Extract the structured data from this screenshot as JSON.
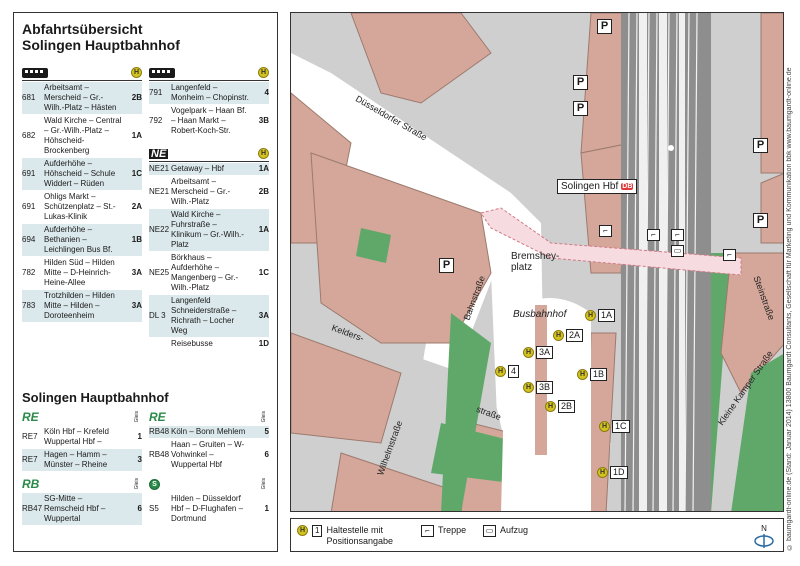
{
  "panel": {
    "title_line1": "Abfahrtsübersicht",
    "title_line2": "Solingen Hauptbahnhof",
    "bus_left": [
      {
        "num": "681",
        "dest": "Arbeitsamt – Merscheid – Gr.-Wilh.-Platz – Hästen",
        "bay": "2B"
      },
      {
        "num": "682",
        "dest": "Wald Kirche – Central – Gr.-Wilh.-Platz – Höhscheid-Brockenberg",
        "bay": "1A"
      },
      {
        "num": "691",
        "dest": "Aufderhöhe – Höhscheid – Schule Widdert – Rüden",
        "bay": "1C"
      },
      {
        "num": "691",
        "dest": "Ohligs Markt – Schützenplatz – St.-Lukas-Klinik",
        "bay": "2A"
      },
      {
        "num": "694",
        "dest": "Aufderhöhe – Bethanien – Leichlingen Bus Bf.",
        "bay": "1B"
      },
      {
        "num": "782",
        "dest": "Hilden Süd – Hilden Mitte – D-Heinrich-Heine-Allee",
        "bay": "3A"
      },
      {
        "num": "783",
        "dest": "Trotzhilden – Hilden Mitte – Hilden – Doroteenheim",
        "bay": "3A"
      }
    ],
    "bus_right": [
      {
        "num": "791",
        "dest": "Langenfeld – Monheim – Chopinstr.",
        "bay": "4"
      },
      {
        "num": "792",
        "dest": "Vogelpark – Haan Bf. – Haan Markt – Robert-Koch-Str.",
        "bay": "3B"
      }
    ],
    "ne_tag": "NE",
    "ne": [
      {
        "num": "NE21",
        "dest": "Getaway – Hbf",
        "bay": "1A"
      },
      {
        "num": "NE21",
        "dest": "Arbeitsamt – Merscheid – Gr.-Wilh.-Platz",
        "bay": "2B"
      },
      {
        "num": "NE22",
        "dest": "Wald Kirche – Fuhrstraße – Klinikum – Gr.-Wilh.-Platz",
        "bay": "1A"
      },
      {
        "num": "NE25",
        "dest": "Börkhaus – Aufderhöhe – Mangenberg – Gr.-Wilh.-Platz",
        "bay": "1C"
      },
      {
        "num": "DL 3",
        "dest": "Langenfeld Schneiderstraße – Richrath – Locher Weg",
        "bay": "3A"
      },
      {
        "num": "",
        "dest": "Reisebusse",
        "bay": "1D"
      }
    ],
    "subtitle": "Solingen Hauptbahnhof",
    "gleis": "Gleis",
    "re_tag": "RE",
    "re_left": [
      {
        "num": "RE7",
        "dest": "Köln Hbf – Krefeld Wuppertal Hbf –",
        "bay": "1"
      },
      {
        "num": "RE7",
        "dest": "Hagen – Hamm – Münster – Rheine",
        "bay": "3"
      }
    ],
    "rb_tag": "RB",
    "rb_left": [
      {
        "num": "RB47",
        "dest": "SG-Mitte – Remscheid Hbf – Wuppertal",
        "bay": "6"
      }
    ],
    "re_right": [
      {
        "num": "RB48",
        "dest": "Köln – Bonn Mehlem",
        "bay": "5"
      },
      {
        "num": "RB48",
        "dest": "Haan – Gruiten – W-Vohwinkel – Wuppertal Hbf",
        "bay": "6"
      }
    ],
    "s_tag": "S",
    "s_right": [
      {
        "num": "S5",
        "dest": "Hilden – Düsseldorf Hbf – D-Flughafen – Dortmund",
        "bay": "1"
      }
    ]
  },
  "map": {
    "station_label": "Solingen Hbf",
    "db_label": "DB",
    "bus_stop_label": "Busbahnhof",
    "square_label_1": "Bremshey-",
    "square_label_2": "platz",
    "streets": {
      "duesseldorfer": "Düsseldorfer Straße",
      "bahnstrasse": "Bahnstraße",
      "kelders": "Kelders-",
      "strasse": "straße",
      "wilhelm": "Wilhelmstraße",
      "stein": "Steinstraße",
      "kleine": "Kleine Kamper Straße"
    },
    "parking": "P",
    "bays": [
      "1A",
      "2A",
      "3A",
      "4",
      "1B",
      "3B",
      "2B",
      "1C",
      "1D"
    ],
    "bay_marker": "H"
  },
  "legend": {
    "stop_label_1": "Haltestelle mit",
    "stop_label_2": "Positionsangabe",
    "stop_num": "1",
    "stairs": "Treppe",
    "elevator": "Aufzug",
    "north": "N"
  },
  "credit": "© baumgardt-online.de (Stand: Januar 2014) 13800 Baumgardt Consultants, Gesellschaft für Marketing und Kommunikation bbk www.baumgardt-online.de",
  "colors": {
    "building": "#d4a79a",
    "green": "#5fa86a",
    "road": "#ffffff",
    "ground": "#cfcfcf",
    "stop": "#d4c21f"
  }
}
